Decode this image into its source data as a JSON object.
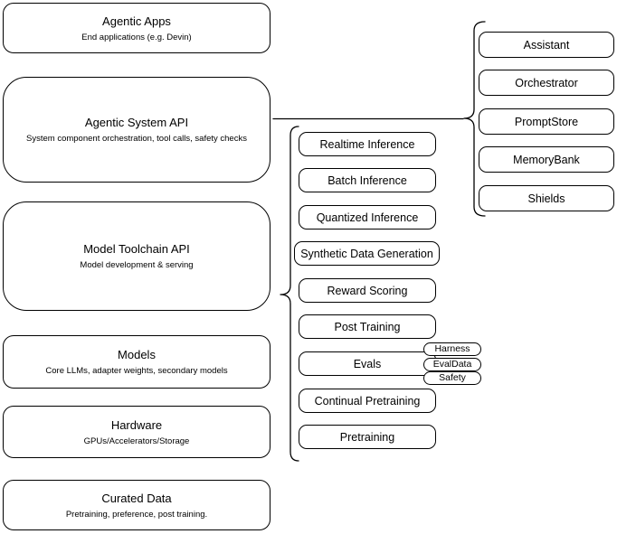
{
  "diagram": {
    "left_stack": [
      {
        "title": "Agentic Apps",
        "subtitle": "End applications (e.g. Devin)"
      },
      {
        "title": "Agentic System API",
        "subtitle": "System component orchestration, tool calls, safety checks"
      },
      {
        "title": "Model Toolchain API",
        "subtitle": "Model development & serving"
      },
      {
        "title": "Models",
        "subtitle": "Core LLMs, adapter weights, secondary models"
      },
      {
        "title": "Hardware",
        "subtitle": "GPUs/Accelerators/Storage"
      },
      {
        "title": "Curated Data",
        "subtitle": "Pretraining, preference, post training."
      }
    ],
    "toolchain_group": {
      "boxes": [
        "Realtime Inference",
        "Batch Inference",
        "Quantized Inference",
        "Synthetic Data Generation",
        "Reward Scoring",
        "Post Training",
        "Evals",
        "Continual Pretraining",
        "Pretraining"
      ],
      "evals_tags": [
        "Harness",
        "EvalData",
        "Safety"
      ]
    },
    "system_group": {
      "boxes": [
        "Assistant",
        "Orchestrator",
        "PromptStore",
        "MemoryBank",
        "Shields"
      ]
    },
    "colors": {
      "stroke": "#000000",
      "fill": "#ffffff",
      "text": "#000000"
    }
  }
}
